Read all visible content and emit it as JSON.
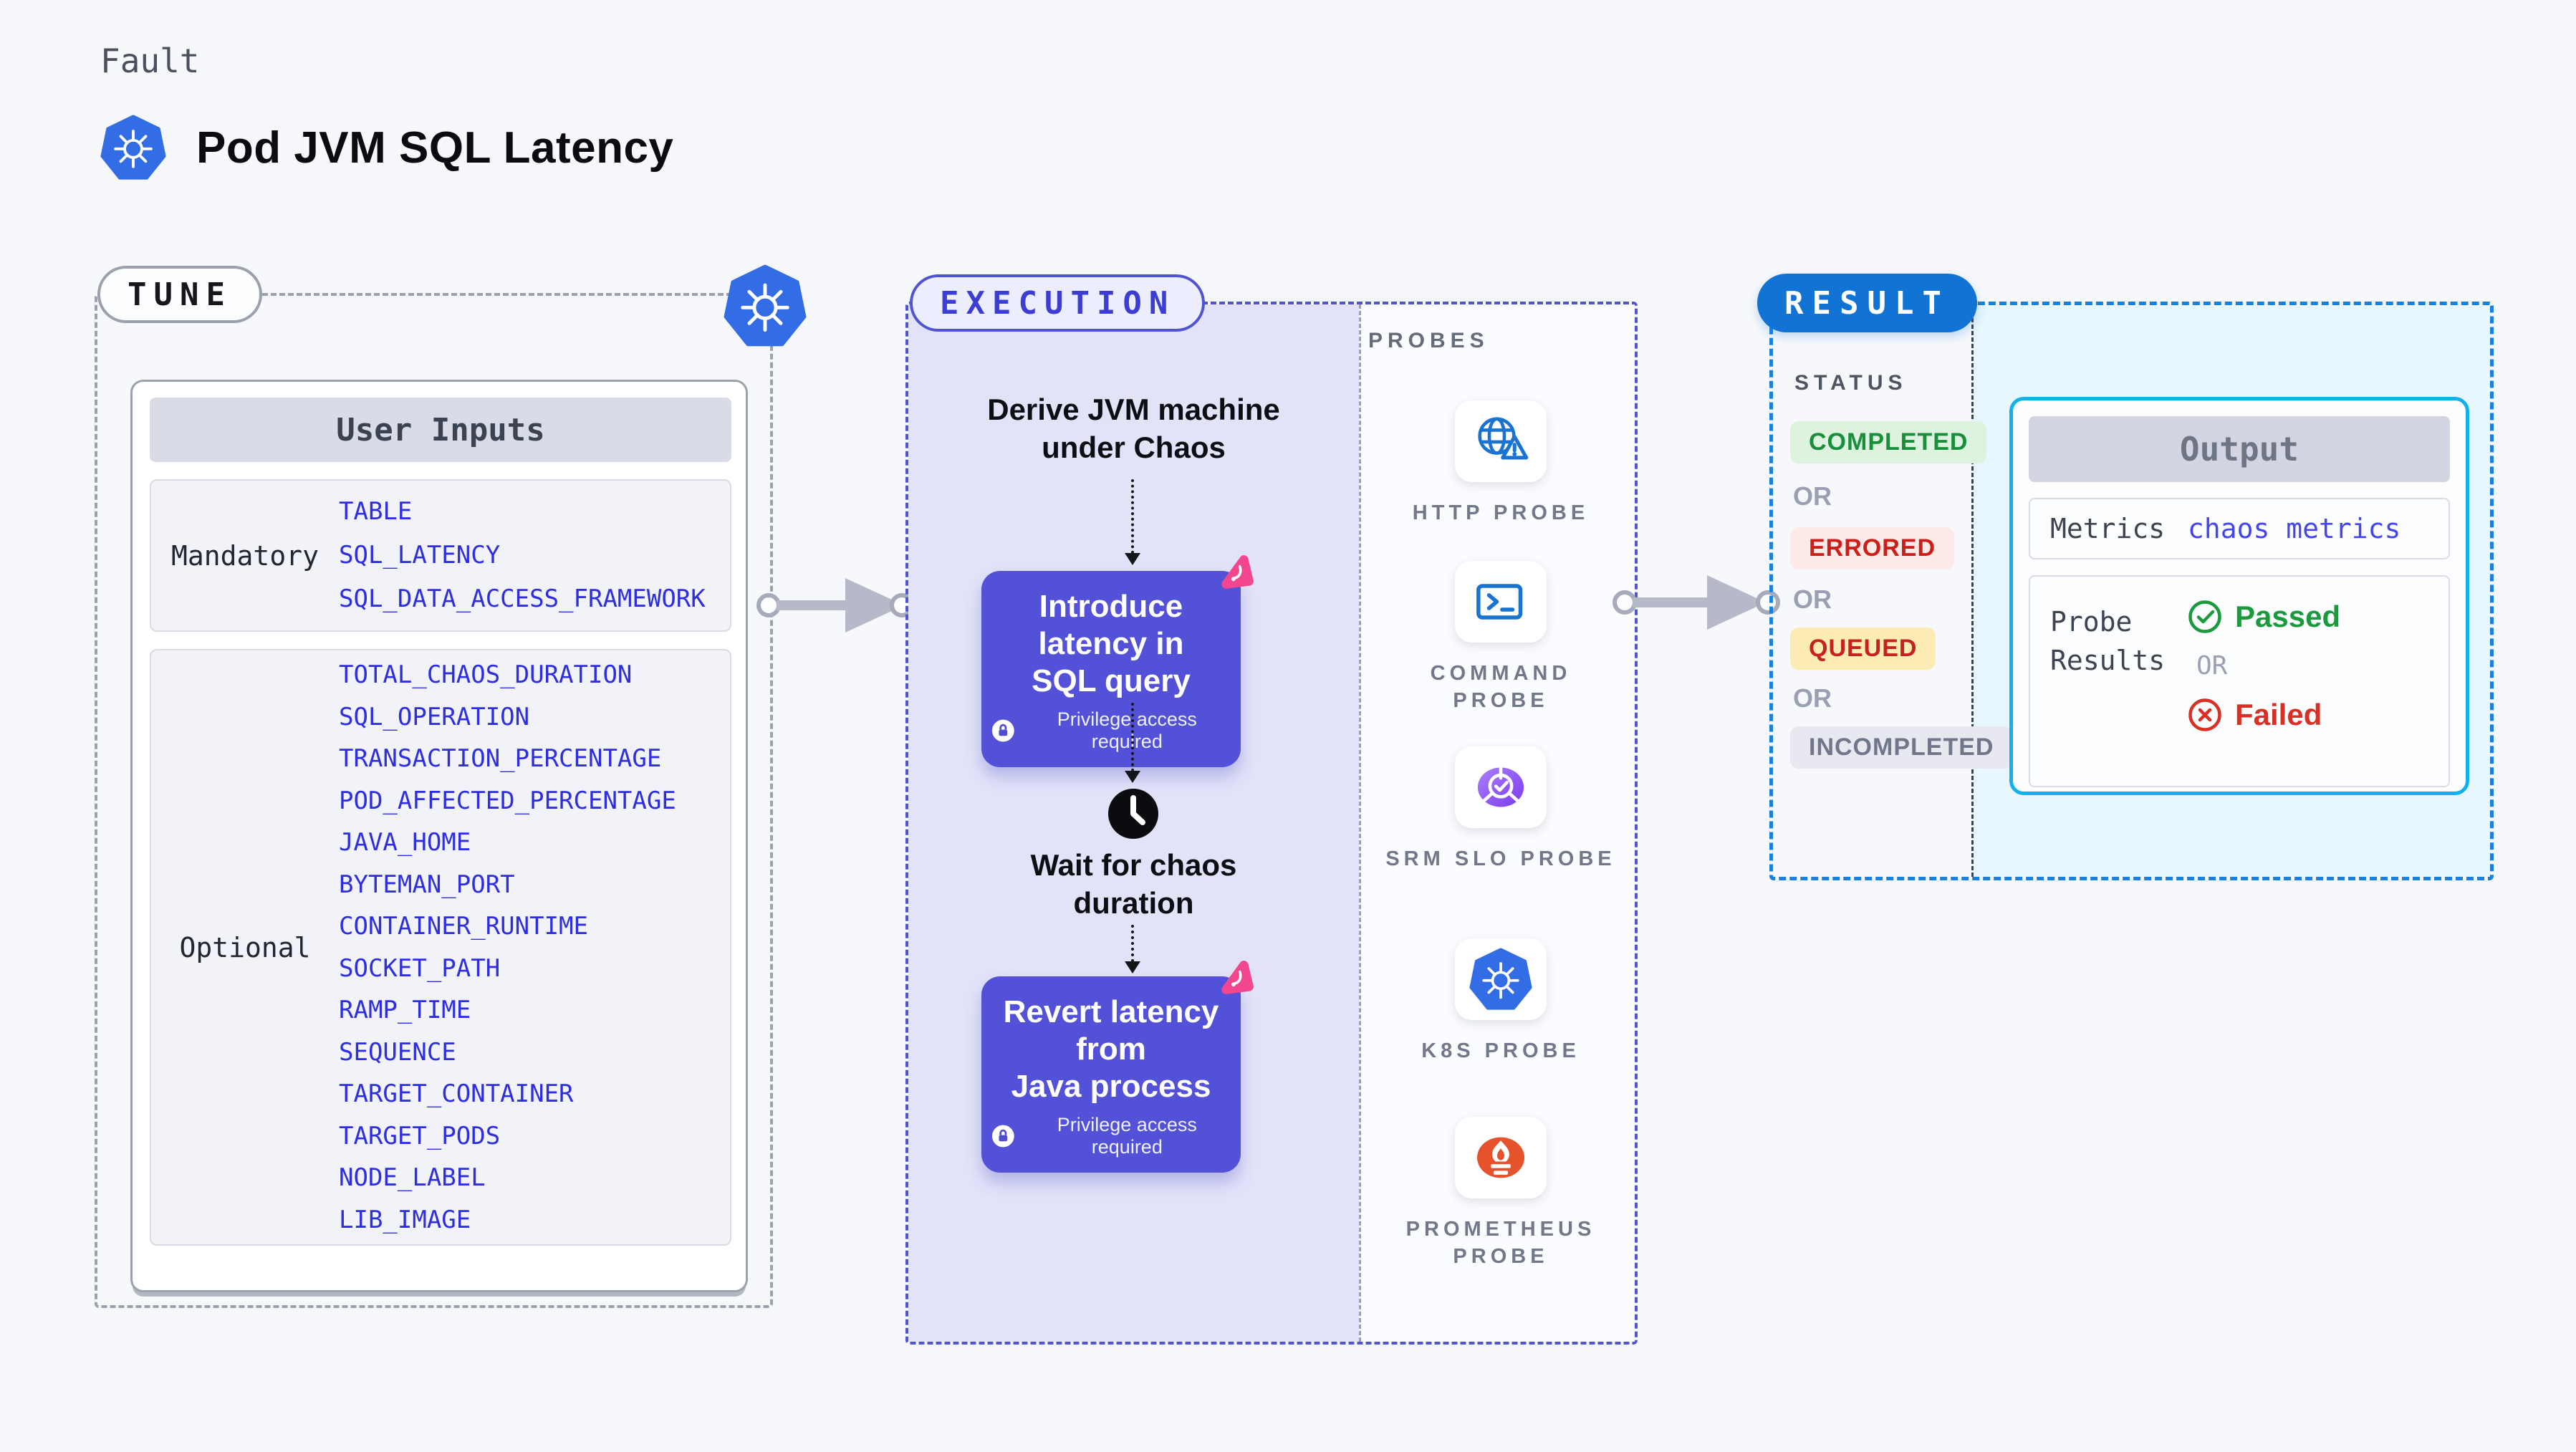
{
  "page": {
    "kicker": "Fault",
    "title": "Pod JVM SQL Latency"
  },
  "tune": {
    "label": "TUNE",
    "user_inputs": {
      "title": "User Inputs",
      "mandatory_label": "Mandatory",
      "mandatory_values": [
        "TABLE",
        "SQL_LATENCY",
        "SQL_DATA_ACCESS_FRAMEWORK"
      ],
      "optional_label": "Optional",
      "optional_values": [
        "TOTAL_CHAOS_DURATION",
        "SQL_OPERATION",
        "TRANSACTION_PERCENTAGE",
        "POD_AFFECTED_PERCENTAGE",
        "JAVA_HOME",
        "BYTEMAN_PORT",
        "CONTAINER_RUNTIME",
        "SOCKET_PATH",
        "RAMP_TIME",
        "SEQUENCE",
        "TARGET_CONTAINER",
        "TARGET_PODS",
        "NODE_LABEL",
        "LIB_IMAGE"
      ]
    }
  },
  "execution": {
    "label": "EXECUTION",
    "derive_line1": "Derive JVM machine",
    "derive_line2": "under Chaos",
    "action1_line1": "Introduce latency in",
    "action1_line2": "SQL query",
    "wait_line1": "Wait for chaos",
    "wait_line2": "duration",
    "action2_line1": "Revert latency from",
    "action2_line2": "Java process",
    "privilege_note": "Privilege access required",
    "probes": {
      "label": "PROBES",
      "items": [
        {
          "name": "HTTP PROBE",
          "icon": "globe-alert-icon"
        },
        {
          "name": "COMMAND PROBE",
          "icon": "terminal-icon"
        },
        {
          "name": "SRM SLO PROBE",
          "icon": "slo-check-icon"
        },
        {
          "name": "K8S PROBE",
          "icon": "kubernetes-icon"
        },
        {
          "name": "PROMETHEUS PROBE",
          "icon": "prometheus-flame-icon"
        }
      ]
    }
  },
  "result": {
    "label": "RESULT",
    "status": {
      "label": "STATUS",
      "or_label": "OR",
      "badges": {
        "completed": "COMPLETED",
        "errored": "ERRORED",
        "queued": "QUEUED",
        "incompleted": "INCOMPLETED"
      }
    },
    "output": {
      "title": "Output",
      "metrics_label": "Metrics",
      "metrics_value": "chaos metrics",
      "probe_results_label": "Probe Results",
      "passed_label": "Passed",
      "or_label": "OR",
      "failed_label": "Failed"
    }
  },
  "colors": {
    "page_bg": "#f7f8fc",
    "accent_indigo": "#5351d8",
    "execution_fill": "#e2e3f9",
    "param_blue": "#2d2ee0",
    "kubernetes_blue": "#326de6",
    "probe_icon_blue": "#1a73d1",
    "result_blue": "#1173d4",
    "output_border_cyan": "#12b1e9",
    "result_fill_cyan": "#e8f6fd",
    "passed_green": "#1a9a3d",
    "failed_red": "#d93025",
    "queued_yellow_bg": "#fcecb3",
    "litmus_pink": "#f2478f",
    "prometheus_orange": "#e6522c",
    "srm_purple": "#8b5cf6"
  }
}
